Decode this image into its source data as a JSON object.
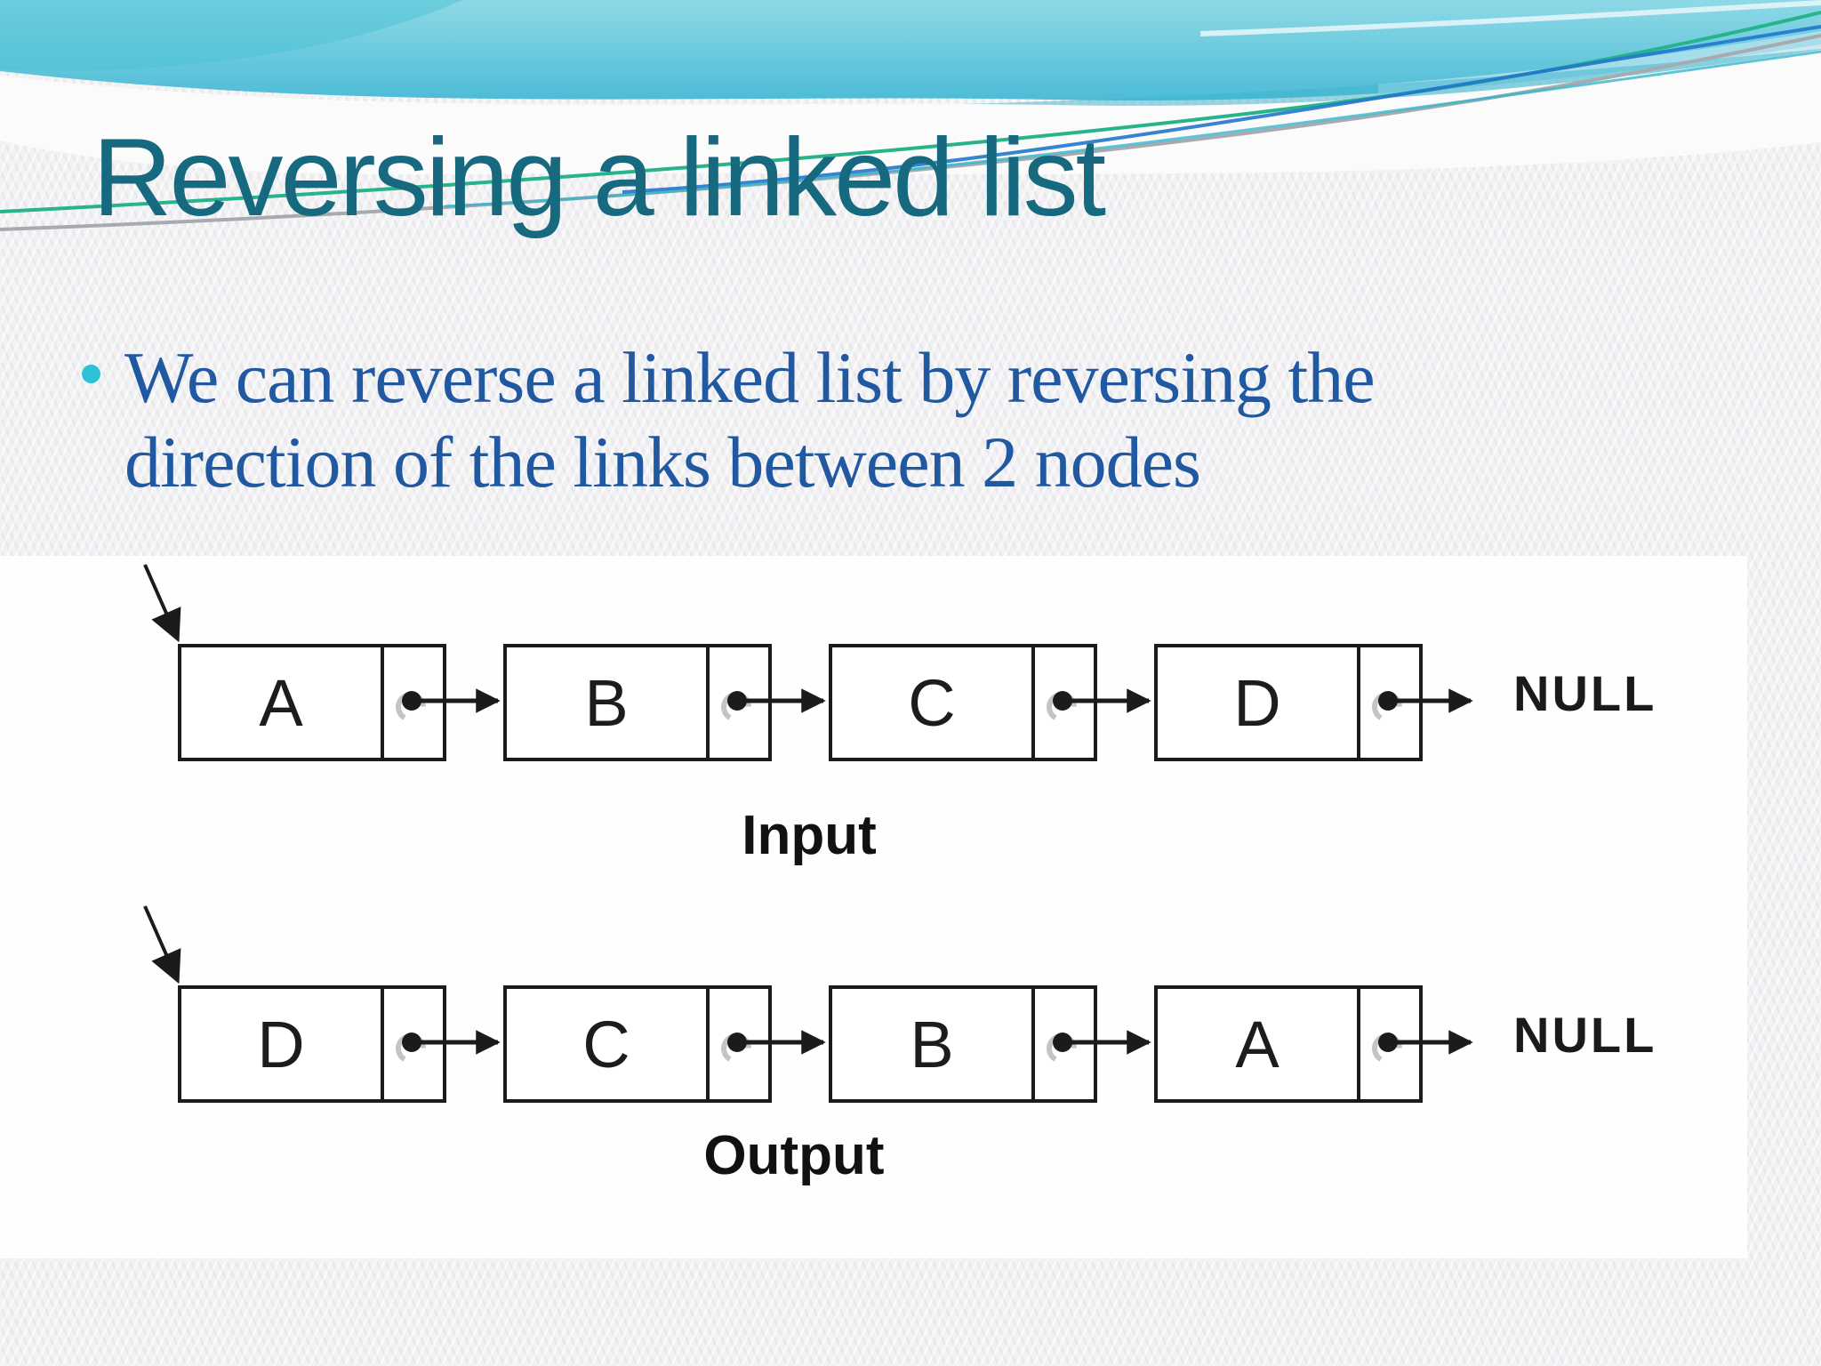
{
  "title": "Reversing a linked list",
  "bullet": {
    "lines": [
      "We can reverse a linked list by reversing the",
      "direction of the links between 2 nodes"
    ]
  },
  "diagram": {
    "rows": [
      {
        "label": "Input",
        "nodes": [
          "A",
          "B",
          "C",
          "D"
        ],
        "terminator": "NULL"
      },
      {
        "label": "Output",
        "nodes": [
          "D",
          "C",
          "B",
          "A"
        ],
        "terminator": "NULL"
      }
    ]
  },
  "colors": {
    "title_text": "#17697f",
    "bullet_text": "#2158a2",
    "bullet_marker": "#2fc0d6",
    "wave_band_top": "#8ed9e6",
    "wave_band_bottom": "#4dbcd6",
    "wave_echo": "#3fb3cd",
    "wave_line_green": "#27b48c",
    "wave_line_gray": "#a7abb0",
    "wave_line_blue": "#2277cc",
    "diagram_ink": "#1b1b1b",
    "figure_background": "#fefefe"
  }
}
